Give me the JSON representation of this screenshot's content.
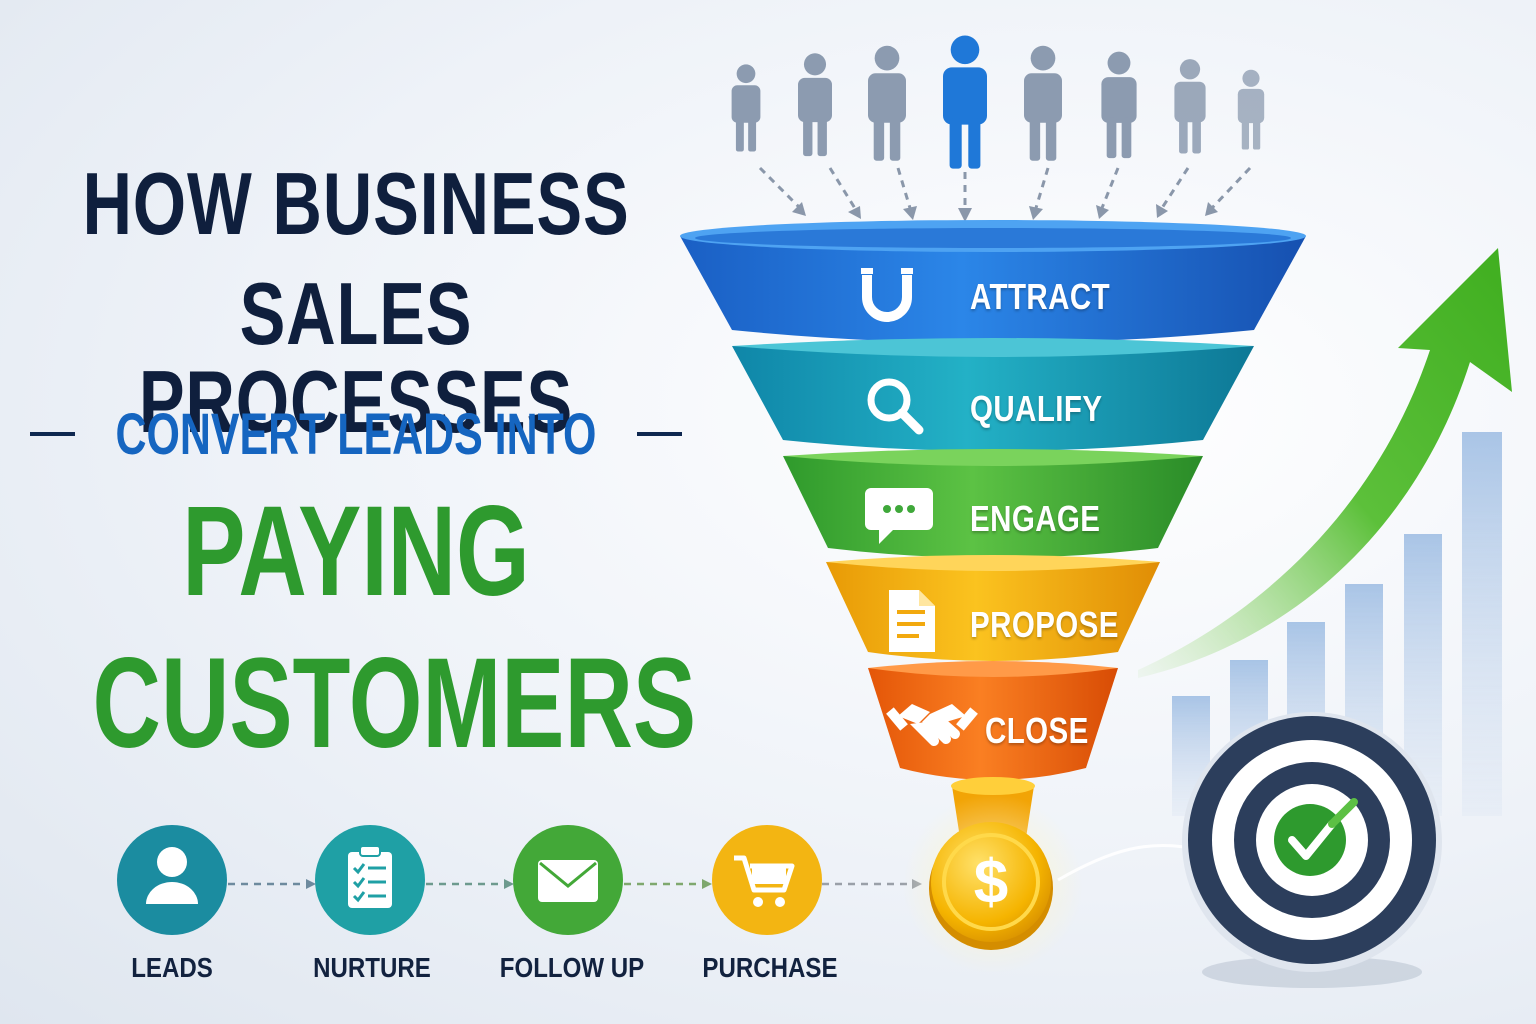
{
  "headline": {
    "line1": "HOW BUSINESS",
    "line2": "SALES PROCESSES",
    "line3": "CONVERT LEADS INTO",
    "line4": "PAYING",
    "line5": "CUSTOMERS"
  },
  "funnel": {
    "stages": [
      {
        "label": "ATTRACT",
        "icon": "magnet-icon",
        "color": "#1e6fd6"
      },
      {
        "label": "QUALIFY",
        "icon": "magnifier-icon",
        "color": "#169cb4"
      },
      {
        "label": "ENGAGE",
        "icon": "chat-bubble-icon",
        "color": "#3fa83a"
      },
      {
        "label": "PROPOSE",
        "icon": "document-icon",
        "color": "#f2a90e"
      },
      {
        "label": "CLOSE",
        "icon": "handshake-icon",
        "color": "#f06a14"
      }
    ]
  },
  "steps": [
    {
      "label": "LEADS",
      "icon": "person-icon",
      "color": "#1b8ca0"
    },
    {
      "label": "NURTURE",
      "icon": "clipboard-checklist-icon",
      "color": "#1fa0a5"
    },
    {
      "label": "FOLLOW UP",
      "icon": "envelope-icon",
      "color": "#43a838"
    },
    {
      "label": "PURCHASE",
      "icon": "shopping-cart-icon",
      "color": "#f3b512"
    }
  ],
  "colors": {
    "navy": "#0f1f3d",
    "blue": "#1565c0",
    "green": "#2e9a2e",
    "coin": "#f4b800"
  }
}
